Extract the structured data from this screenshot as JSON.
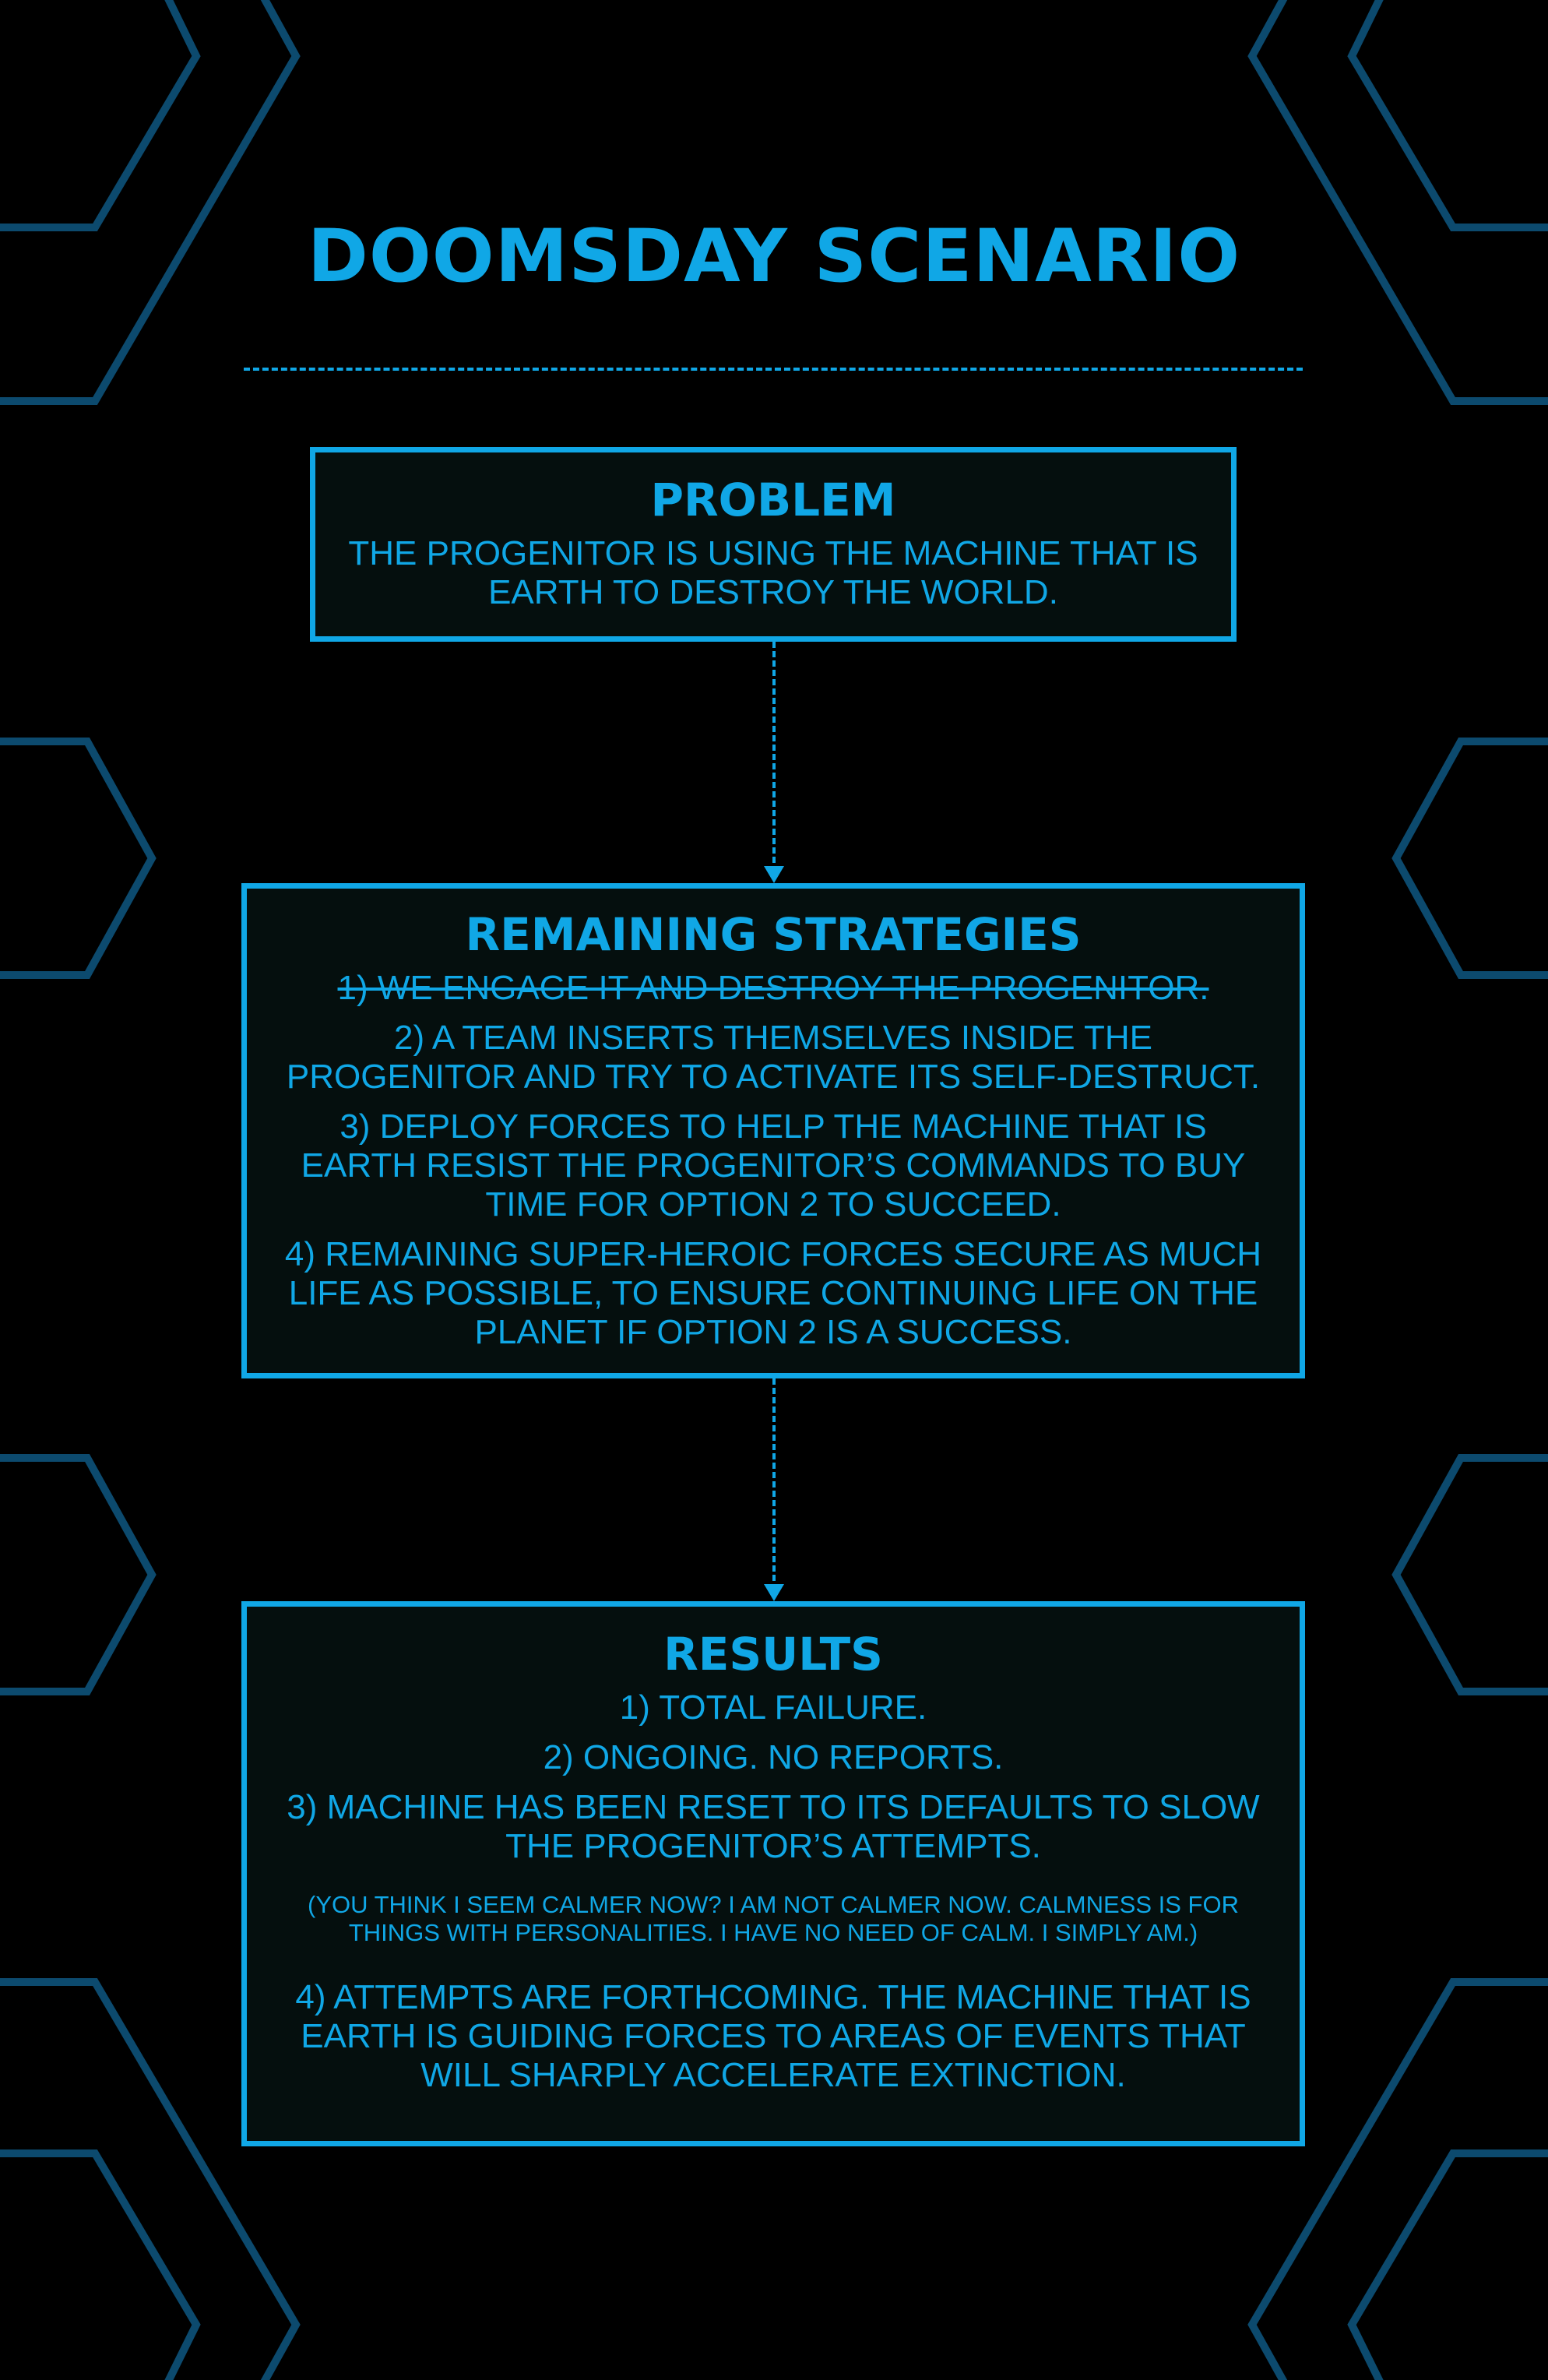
{
  "title": "DOOMSDAY SCENARIO",
  "colors": {
    "accent": "#10a7e6",
    "decor": "#0c4a6e",
    "box_fill": "#050f0e",
    "background": "#000000"
  },
  "problem": {
    "heading": "PROBLEM",
    "text": "THE PROGENITOR IS USING THE MACHINE THAT IS EARTH TO DESTROY THE WORLD."
  },
  "strategies": {
    "heading": "REMAINING STRATEGIES",
    "items": [
      {
        "text": "1) WE ENGAGE IT AND DESTROY THE PROGENITOR.",
        "struck": true
      },
      {
        "text": "2) A TEAM INSERTS THEMSELVES INSIDE THE PROGENITOR AND TRY TO ACTIVATE ITS SELF-DESTRUCT.",
        "struck": false
      },
      {
        "text": "3) DEPLOY FORCES TO HELP THE MACHINE THAT IS EARTH RESIST THE PROGENITOR’S COMMANDS TO BUY TIME FOR OPTION 2 TO SUCCEED.",
        "struck": false
      },
      {
        "text": "4) REMAINING SUPER-HEROIC FORCES SECURE AS MUCH LIFE AS POSSIBLE, TO ENSURE CONTINUING LIFE ON THE PLANET IF OPTION 2 IS A SUCCESS.",
        "struck": false
      }
    ]
  },
  "results": {
    "heading": "RESULTS",
    "items": [
      "1) TOTAL FAILURE.",
      "2) ONGOING. NO REPORTS.",
      "3) MACHINE HAS BEEN RESET TO ITS DEFAULTS TO SLOW THE PROGENITOR’S ATTEMPTS."
    ],
    "aside": "(YOU THINK I SEEM CALMER NOW? I AM NOT CALMER NOW. CALMNESS IS FOR THINGS WITH PERSONALITIES. I HAVE NO NEED OF CALM. I SIMPLY AM.)",
    "final_item": "4) ATTEMPTS ARE FORTHCOMING. THE MACHINE THAT IS EARTH IS GUIDING FORCES TO AREAS OF EVENTS THAT WILL SHARPLY ACCELERATE EXTINCTION."
  }
}
